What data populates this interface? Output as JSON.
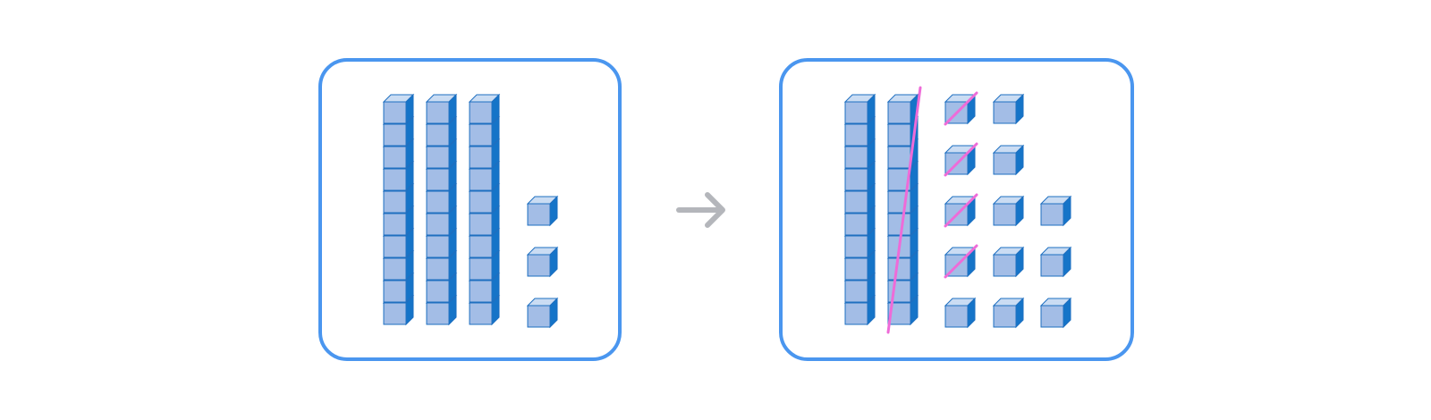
{
  "colors": {
    "frame": "#4a96ef",
    "cube_front": "#a3bde6",
    "cube_top": "#cadcf3",
    "cube_side": "#1574c8",
    "cube_edge": "#1e6fc0",
    "arrow": "#b4b6bb",
    "strike": "#ee6bd8"
  },
  "diagram": {
    "arrow_icon": "arrow-right-icon",
    "before": {
      "tens": 3,
      "ones": 3
    },
    "after": {
      "tens": 2,
      "tens_crossed": 1,
      "ones_columns": [
        5,
        5,
        3
      ],
      "ones_crossed": 4
    }
  }
}
